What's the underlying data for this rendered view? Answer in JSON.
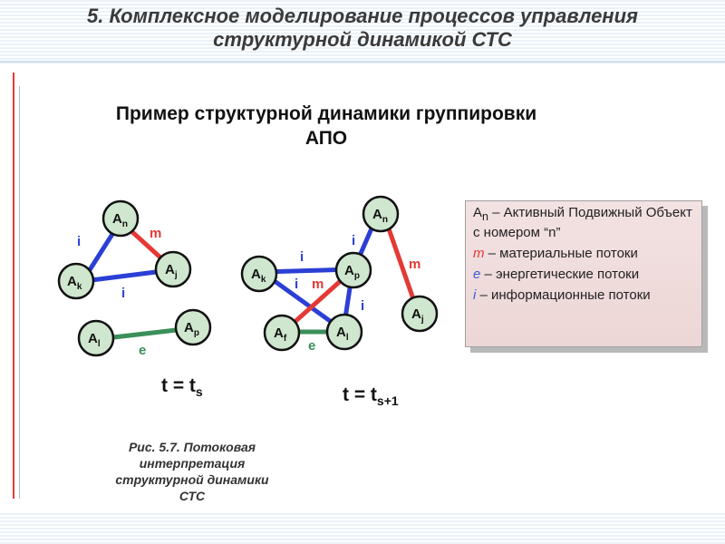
{
  "header": {
    "line1": "5. Комплексное моделирование процессов управления",
    "line2": "структурной динамикой СТС"
  },
  "subtitle": {
    "line1": "Пример структурной динамики группировки",
    "line2": "АПО"
  },
  "colors": {
    "material": "#e53935",
    "information": "#2b3fd6",
    "energy": "#3b8f5a",
    "node_fill": "#cfe6cf"
  },
  "diagram_left": {
    "nodes": {
      "an": {
        "main": "A",
        "sub": "n"
      },
      "aj": {
        "main": "A",
        "sub": "j"
      },
      "ak": {
        "main": "A",
        "sub": "k"
      },
      "al": {
        "main": "A",
        "sub": "l"
      },
      "ap": {
        "main": "A",
        "sub": "p"
      }
    },
    "edge_labels": {
      "an_ak": "i",
      "an_aj": "m",
      "ak_aj": "i",
      "al_ap": "e"
    },
    "time": {
      "main": "t = t",
      "sub": "s"
    }
  },
  "diagram_right": {
    "nodes": {
      "an": {
        "main": "A",
        "sub": "n"
      },
      "ak": {
        "main": "A",
        "sub": "k"
      },
      "ap": {
        "main": "A",
        "sub": "p"
      },
      "aj": {
        "main": "A",
        "sub": "j"
      },
      "af": {
        "main": "A",
        "sub": "f"
      },
      "al": {
        "main": "A",
        "sub": "l"
      }
    },
    "edge_labels": {
      "ap_an": "i",
      "an_aj": "m",
      "ak_ap": "i",
      "ak_al": "i",
      "af_ap": "m",
      "ap_al": "i",
      "af_al": "e"
    },
    "time": {
      "main": "t = t",
      "sub": "s+1"
    }
  },
  "legend": {
    "an_key": "A",
    "an_key_sub": "n",
    "an_text": " – Активный Подвижный Объект с номером “n”",
    "m_key": "m",
    "m_text": " – материальные потоки",
    "e_key": "e",
    "e_text": " – энергетические потоки",
    "i_key": "i",
    "i_text": "  – информационные потоки"
  },
  "caption": {
    "line1": "Рис. 5.7. Потоковая",
    "line2": "интерпретация",
    "line3": "структурной динамики",
    "line4": "СТС"
  }
}
